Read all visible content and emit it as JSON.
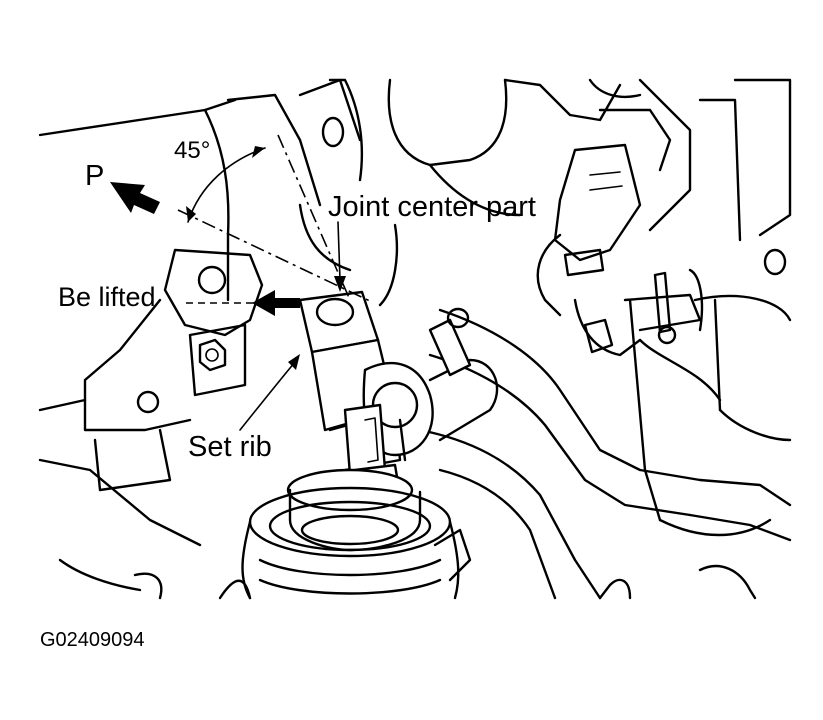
{
  "labels": {
    "angle": "45°",
    "direction": "P",
    "joint_center_part": "Joint center part",
    "be_lifted": "Be lifted",
    "set_rib": "Set rib"
  },
  "figure_code": "G02409094",
  "colors": {
    "ink": "#000000",
    "paper": "#ffffff"
  }
}
